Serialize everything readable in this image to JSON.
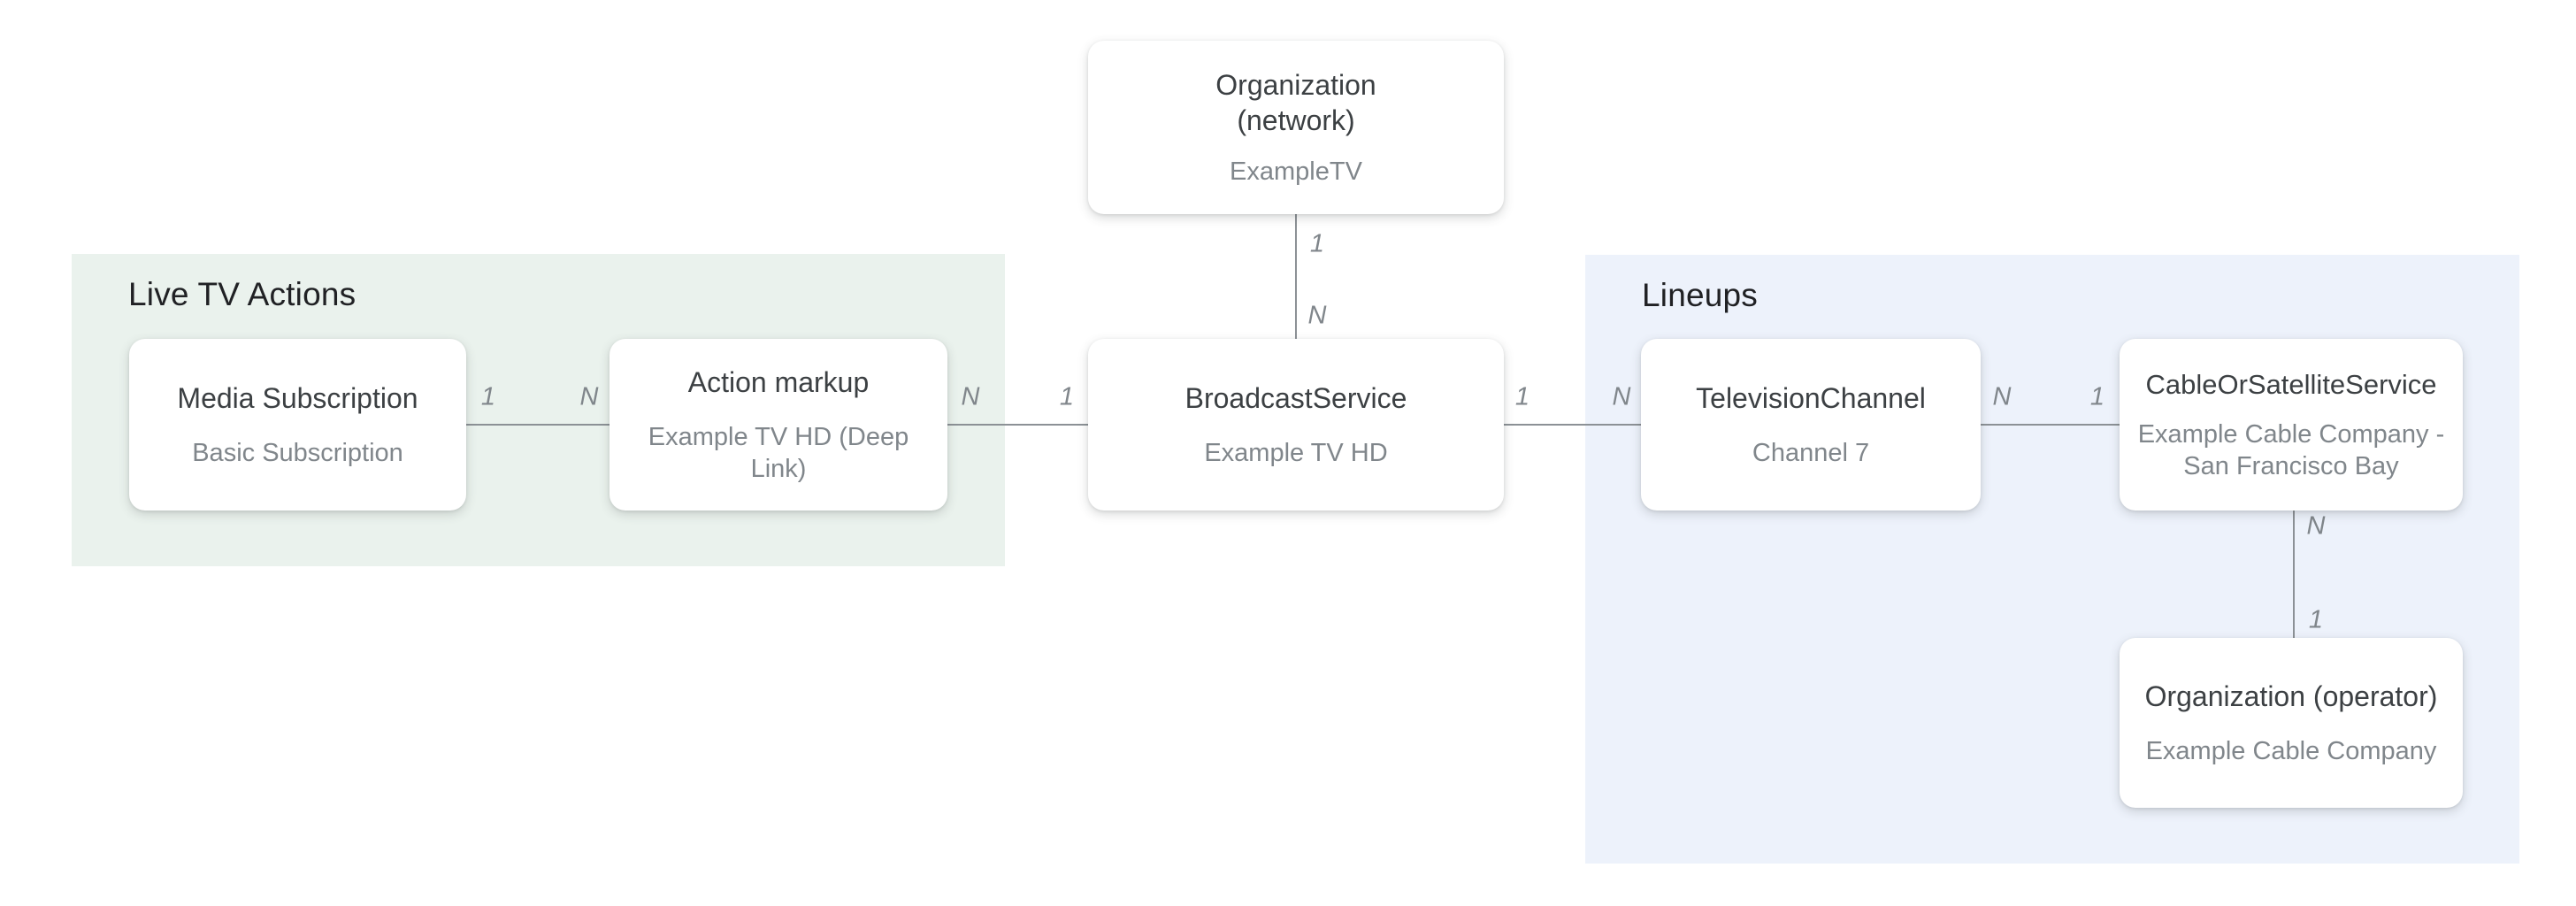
{
  "diagram": {
    "description": "Live TV schema entity relationship diagram"
  },
  "regions": [
    {
      "id": "live-tv-actions",
      "title": "Live TV Actions",
      "bg": "#EAF2ED"
    },
    {
      "id": "lineups",
      "title": "Lineups",
      "bg": "#EDF2FB"
    }
  ],
  "nodes": [
    {
      "id": "organization-network",
      "title": "Organization (network)",
      "subtitle": "ExampleTV"
    },
    {
      "id": "media-subscription",
      "title": "Media Subscription",
      "subtitle": "Basic Subscription"
    },
    {
      "id": "action-markup",
      "title": "Action markup",
      "subtitle": "Example TV HD (Deep Link)"
    },
    {
      "id": "broadcast-service",
      "title": "BroadcastService",
      "subtitle": "Example TV HD"
    },
    {
      "id": "television-channel",
      "title": "TelevisionChannel",
      "subtitle": "Channel 7"
    },
    {
      "id": "cable-or-satellite-service",
      "title": "CableOrSatelliteService",
      "subtitle": "Example Cable Company - San Francisco Bay"
    },
    {
      "id": "organization-operator",
      "title": "Organization (operator)",
      "subtitle": "Example Cable Company"
    }
  ],
  "connectors": [
    {
      "id": "network-to-broadcast",
      "from": "organization-network",
      "to": "broadcast-service",
      "label_start": "1",
      "label_end": "N"
    },
    {
      "id": "media-subscription-to-action-markup",
      "from": "media-subscription",
      "to": "action-markup",
      "label_start": "1",
      "label_end": "N"
    },
    {
      "id": "action-markup-to-broadcast",
      "from": "action-markup",
      "to": "broadcast-service",
      "label_start": "N",
      "label_end": "1"
    },
    {
      "id": "broadcast-to-television-channel",
      "from": "broadcast-service",
      "to": "television-channel",
      "label_start": "1",
      "label_end": "N"
    },
    {
      "id": "television-channel-to-cable",
      "from": "television-channel",
      "to": "cable-or-satellite-service",
      "label_start": "N",
      "label_end": "1"
    },
    {
      "id": "cable-to-operator",
      "from": "cable-or-satellite-service",
      "to": "organization-operator",
      "label_start": "N",
      "label_end": "1"
    }
  ],
  "colors": {
    "page_bg": "#FFFFFF",
    "region_green_bg": "#EAF2ED",
    "region_blue_bg": "#EDF2FB",
    "node_bg": "#FFFFFF",
    "node_title_text": "#3C4043",
    "node_subtitle_text": "#80868B",
    "section_title_text": "#202124",
    "connector_line": "#8C9196",
    "cardinality_text": "#80868B"
  }
}
